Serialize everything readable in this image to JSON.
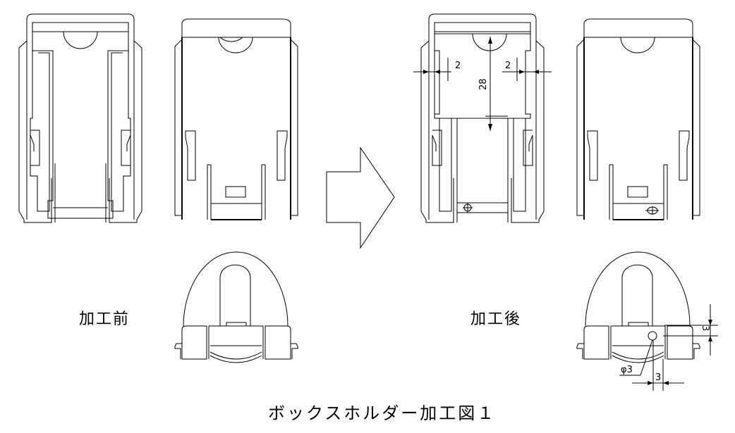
{
  "drawing": {
    "title": "ボックスホルダー加工図１",
    "label_before": "加工前",
    "label_after": "加工後",
    "dimensions": {
      "wall_left": "2",
      "wall_right": "2",
      "cut_depth": "28",
      "hole_diameter": "φ3",
      "hole_offset_vertical": "3",
      "hole_offset_horizontal": "3"
    },
    "views": [
      "before-inner-top-view",
      "before-outer-top-view",
      "before-front-view",
      "after-inner-top-view",
      "after-outer-top-view",
      "after-front-view"
    ],
    "arrow": "process-arrow"
  }
}
